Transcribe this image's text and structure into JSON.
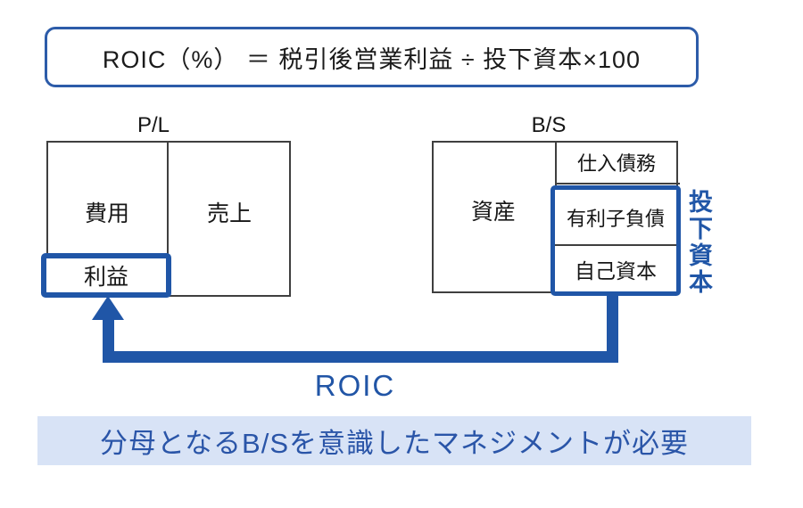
{
  "colors": {
    "accent_blue": "#2056a7",
    "formula_border_blue": "#2d5ca9",
    "box_border_gray": "#3f3f3f",
    "banner_bg": "#d8e3f6",
    "banner_text": "#2a55a8",
    "text_black": "#1b1b1b"
  },
  "formula_box": {
    "text": "ROIC（%） ＝ 税引後営業利益 ÷ 投下資本×100"
  },
  "pl_statement": {
    "title": "P/L",
    "expenses_label": "費用",
    "sales_label": "売上",
    "profit_label": "利益"
  },
  "bs_statement": {
    "title": "B/S",
    "assets_label": "資産",
    "trade_payables_label": "仕入債務",
    "interest_bearing_debt_label": "有利子負債",
    "equity_label": "自己資本",
    "invested_capital_label": "投下資本"
  },
  "roic_arrow": {
    "label": "ROIC",
    "description_icon": "elbow-up-arrow-icon"
  },
  "banner": {
    "text": "分母となるB/Sを意識したマネジメントが必要"
  }
}
